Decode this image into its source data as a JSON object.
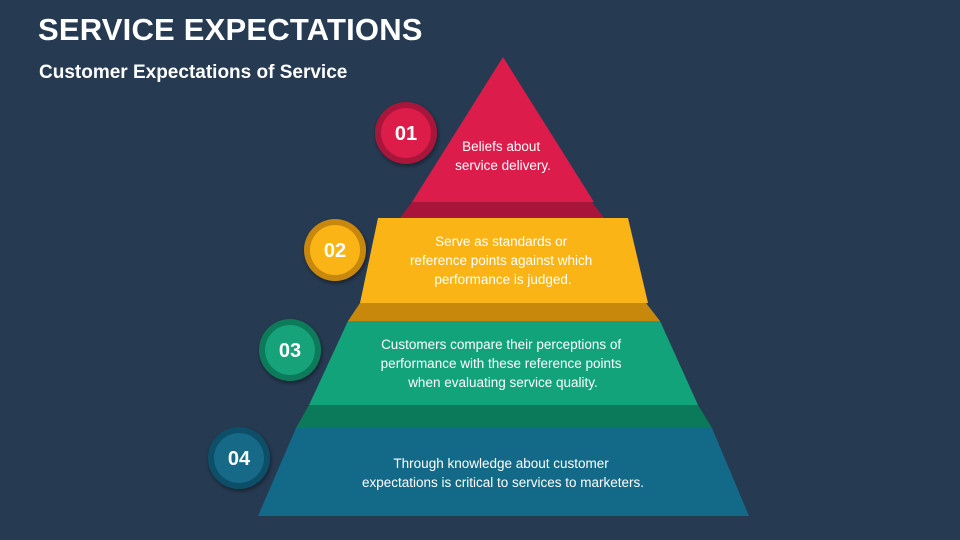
{
  "title": "SERVICE EXPECTATIONS",
  "subtitle": "Customer Expectations of Service",
  "tiers": [
    {
      "number": "01",
      "color": "#dc1c4a",
      "shade": "#a8143a",
      "lines": [
        "Beliefs about",
        "service delivery."
      ]
    },
    {
      "number": "02",
      "color": "#fbb416",
      "shade": "#c7880c",
      "lines": [
        "Serve as standards or",
        "reference points against which",
        "performance is judged."
      ]
    },
    {
      "number": "03",
      "color": "#12a37a",
      "shade": "#0b7a5a",
      "lines": [
        "Customers compare their perceptions of",
        "performance with these reference points",
        "when evaluating service quality."
      ]
    },
    {
      "number": "04",
      "color": "#136a88",
      "shade": "#0e4f67",
      "lines": [
        "Through knowledge about customer",
        "expectations is critical to services to marketers."
      ]
    }
  ]
}
